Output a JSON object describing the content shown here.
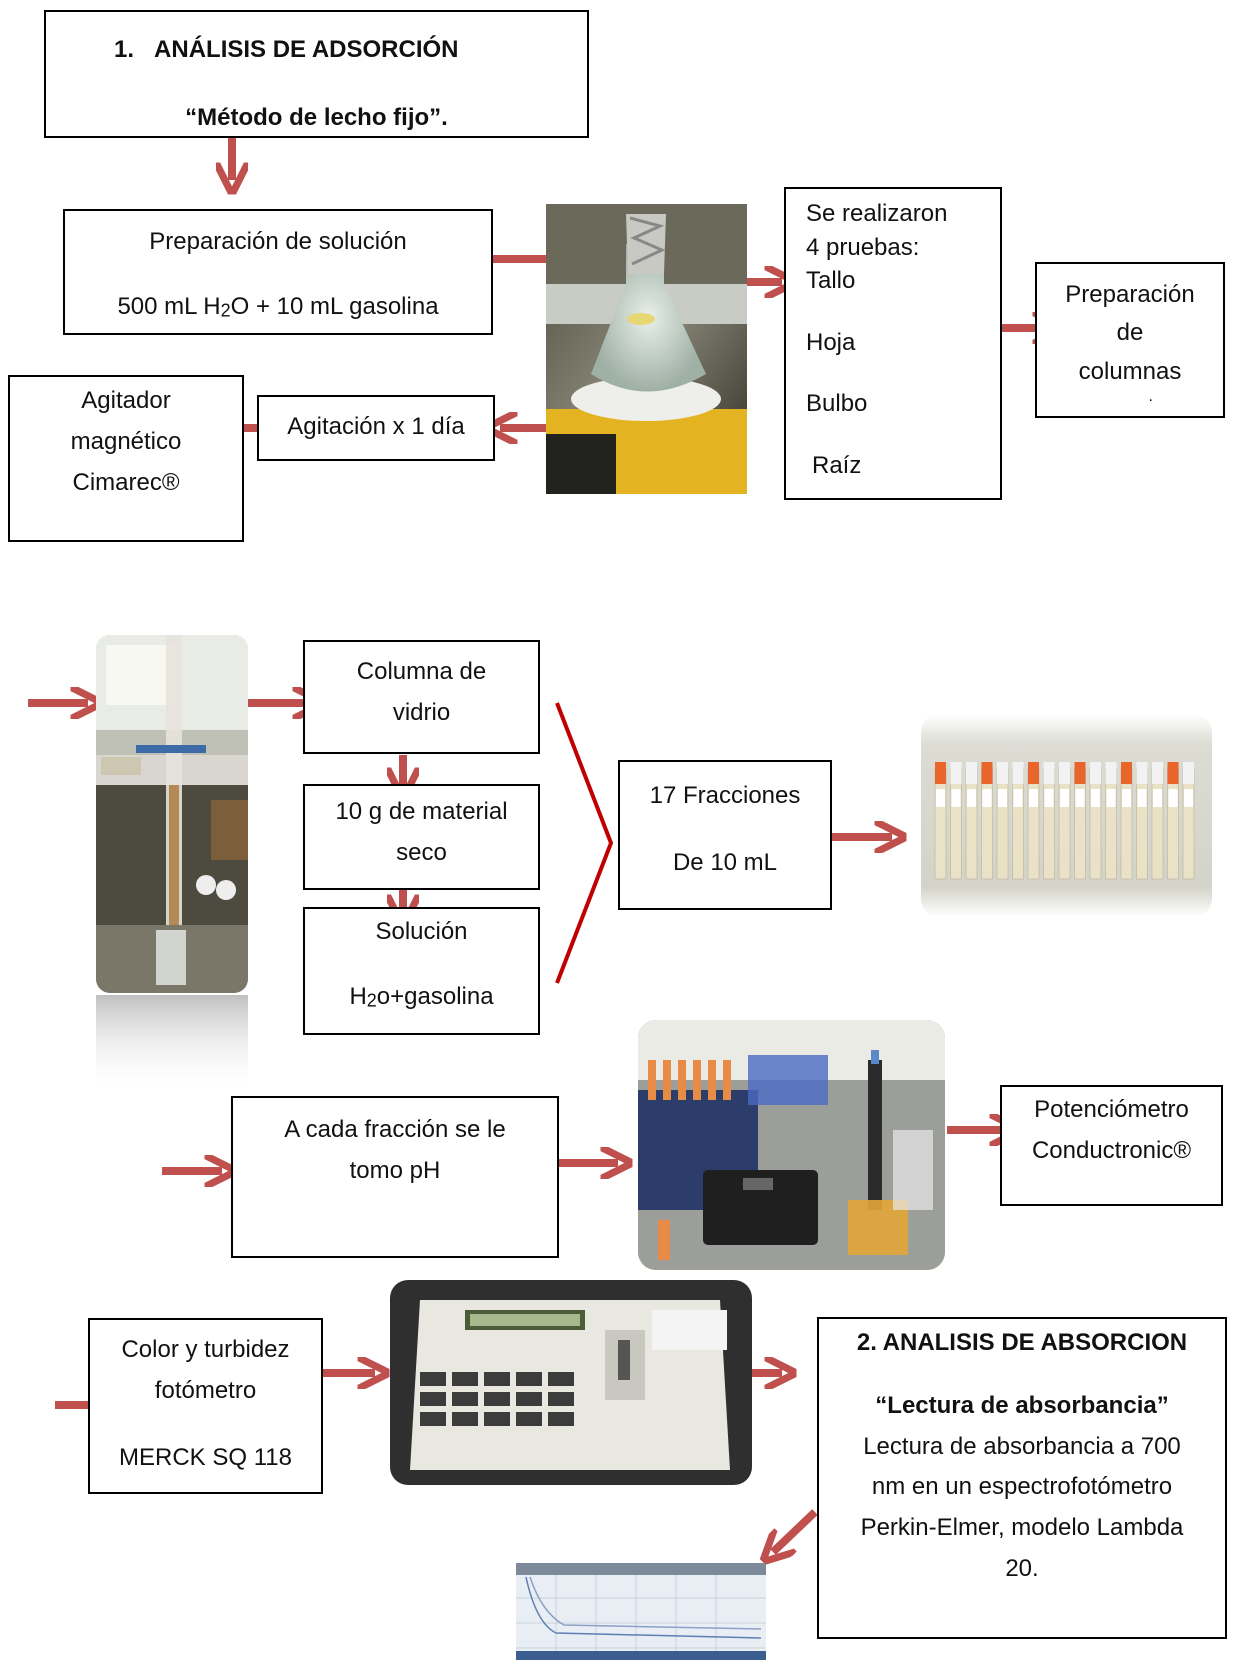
{
  "step1": {
    "number": "1.",
    "title": "ANÁLISIS DE ADSORCIÓN",
    "subtitle": "“Método de lecho fijo”."
  },
  "preparacion": {
    "line1": "Preparación de solución",
    "line2_a": "500 mL H",
    "line2_sub": "2",
    "line2_b": "O + 10 mL gasolina"
  },
  "pruebas": {
    "intro_1": "Se realizaron",
    "intro_2": "4 pruebas:",
    "items": [
      "Tallo",
      "Hoja",
      "Bulbo",
      "Raíz"
    ]
  },
  "columnas": {
    "line1": "Preparación",
    "line2": "de",
    "line3": "columnas",
    "dot": "."
  },
  "agitacion": {
    "label": "Agitación x 1 día"
  },
  "agitador": {
    "line1": "Agitador",
    "line2": "magnético",
    "line3": "Cimarec®"
  },
  "columna_vidrio": {
    "line1": "Columna de",
    "line2": "vidrio"
  },
  "material": {
    "line1": "10 g de material",
    "line2": "seco"
  },
  "solucion": {
    "line1": "Solución",
    "line2_a": "H",
    "line2_sub": "2",
    "line2_b": "o+gasolina"
  },
  "fracciones": {
    "line1": "17 Fracciones",
    "line2": "De 10 mL"
  },
  "ph": {
    "line1": "A cada fracción se le",
    "line2": "tomo pH"
  },
  "potenciometro": {
    "line1": "Potenciómetro",
    "line2": "Conductronic®"
  },
  "fotometro": {
    "line1": "Color y turbidez",
    "line2": "fotómetro",
    "line3": "MERCK SQ 118"
  },
  "step2": {
    "title": "2. ANALISIS DE ABSORCION",
    "subtitle": "“Lectura de absorbancia”",
    "body_1": "Lectura de absorbancia a 700",
    "body_2": "nm en un espectrofotómetro",
    "body_3": "Perkin-Elmer, modelo Lambda",
    "body_4": "20."
  },
  "colors": {
    "arrow": "#c0504d",
    "bracket": "#c00000",
    "border": "#000000"
  }
}
